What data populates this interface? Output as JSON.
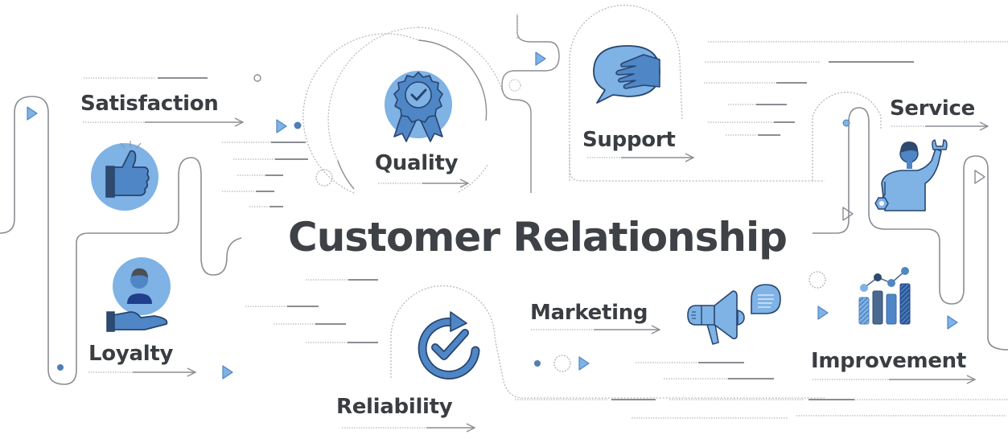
{
  "title": "Customer Relationship",
  "colors": {
    "icon_fill_light": "#7fb2e5",
    "icon_fill_mid": "#4f86c6",
    "icon_fill_dark": "#2d5a9a",
    "icon_stroke": "#27446e",
    "text": "#3a3d42",
    "line": "#8a8d92",
    "dotted": "#b5b8bc",
    "background": "#ffffff"
  },
  "nodes": [
    {
      "id": "satisfaction",
      "label": "Satisfaction",
      "icon": "thumbs-up-icon"
    },
    {
      "id": "loyalty",
      "label": "Loyalty",
      "icon": "hand-holding-user-icon"
    },
    {
      "id": "quality",
      "label": "Quality",
      "icon": "award-badge-icon"
    },
    {
      "id": "reliability",
      "label": "Reliability",
      "icon": "refresh-check-icon"
    },
    {
      "id": "support",
      "label": "Support",
      "icon": "helping-hand-chat-icon"
    },
    {
      "id": "marketing",
      "label": "Marketing",
      "icon": "megaphone-icon"
    },
    {
      "id": "service",
      "label": "Service",
      "icon": "service-person-wrench-icon"
    },
    {
      "id": "improvement",
      "label": "Improvement",
      "icon": "growth-chart-icon"
    }
  ]
}
